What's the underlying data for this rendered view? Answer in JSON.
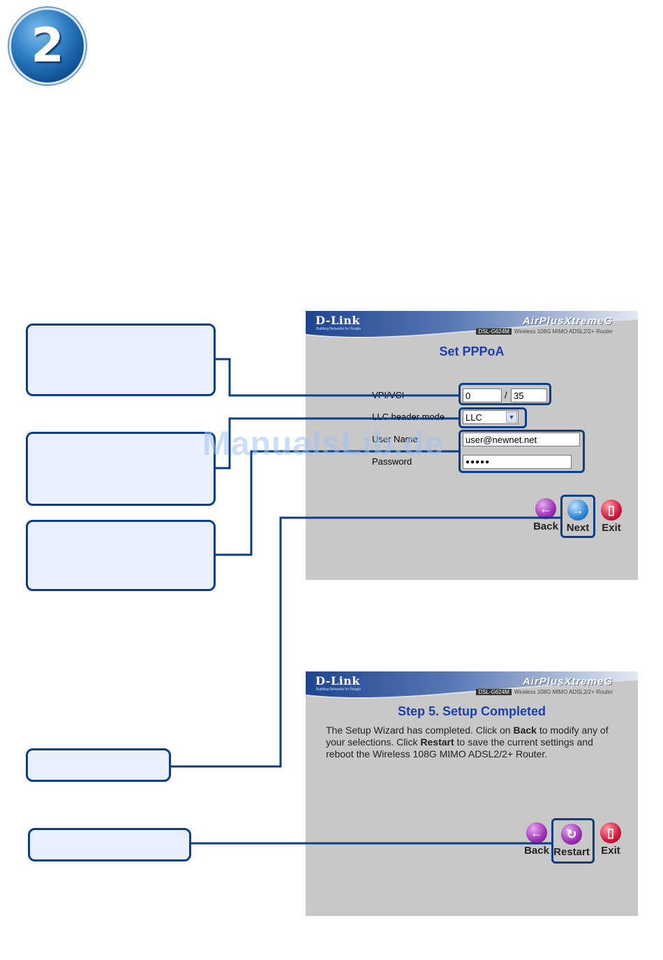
{
  "step_number": "2",
  "watermark": "ManualsLib.de",
  "banner": {
    "brand": "D-Link",
    "brand_tagline": "Building Networks for People",
    "product_name": "AirPlusXtremeG",
    "model_code": "DSL-G624M",
    "model_desc": "Wireless 108G MIMO ADSL2/2+ Router"
  },
  "pppoa_screen": {
    "title": "Set PPPoA",
    "vpi_vci_label": "VPI/VCI",
    "vpi_value": "0",
    "vci_separator": "/",
    "vci_value": "35",
    "llc_label": "LLC header mode",
    "llc_value": "LLC",
    "username_label": "User Name",
    "username_value": "user@newnet.net",
    "password_label": "Password",
    "password_value": "●●●●●",
    "back_label": "Back",
    "next_label": "Next",
    "exit_label": "Exit"
  },
  "complete_screen": {
    "title": "Step 5. Setup Completed",
    "line1_a": "The Setup Wizard has completed. Click on ",
    "line1_b": "Back",
    "line1_c": " to modify any of",
    "line2_a": "your selections. Click ",
    "line2_b": "Restart",
    "line2_c": " to save the current settings and",
    "line3": "reboot the Wireless 108G MIMO ADSL2/2+ Router.",
    "back_label": "Back",
    "restart_label": "Restart",
    "exit_label": "Exit"
  },
  "colors": {
    "callout_fill": "#e9f0fb",
    "callout_border": "#0d3d86",
    "screen_bg": "#c8c8c8",
    "title_blue": "#1d3ea8",
    "banner_blue": "#244f9c"
  }
}
